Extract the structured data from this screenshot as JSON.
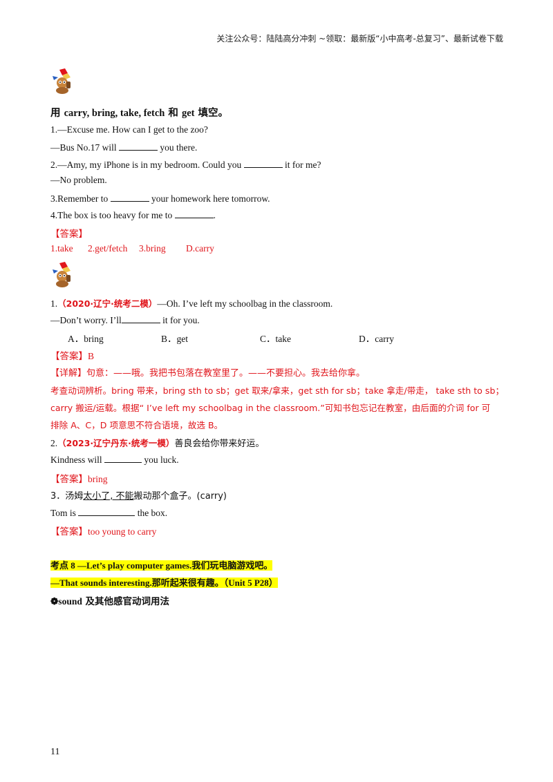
{
  "header": "关注公众号：陆陆高分冲刺  ~领取：最新版“小中高考-总复习”、最新试卷下载",
  "exercise1": {
    "heading_cn1": "用 ",
    "heading_en": "carry, bring, take, fetch",
    "heading_cn2": " 和 ",
    "heading_en2": " get",
    "heading_cn3": " 填空。",
    "q1a": "1.—Excuse me. How can I get to the zoo?",
    "q1b_pre": "—Bus No.17 will",
    "q1b_post": "you there.",
    "q2a_pre": "2.—Amy, my iPhone is in my bedroom. Could you",
    "q2a_post": "it for me?",
    "q2b": "—No problem.",
    "q3_pre": "3.Remember to",
    "q3_post": "your homework here tomorrow.",
    "q4_pre": "4.The box is too heavy for me to",
    "q4_post": ".",
    "answer_label": "【答案】",
    "answers": [
      "1.take",
      "2.get/fetch",
      "3.bring",
      "D.carry"
    ]
  },
  "exercise2": {
    "q1_num": "1.",
    "q1_src": "（2020·辽宁·统考二模）",
    "q1_text": "—Oh. I’ve left my schoolbag in the classroom.",
    "q1b_pre": "—Don’t worry. I’ll",
    "q1b_post": "it for you.",
    "options": [
      "A．bring",
      "B．get",
      "C．take",
      "D．carry"
    ],
    "q1_answer_label": "【答案】",
    "q1_answer": "B",
    "detail_label": "【详解】",
    "detail_1": "句意：——哦。我把书包落在教室里了。——不要担心。我去给你拿。",
    "detail_2": "考查动词辨析。bring 带来，bring sth to sb；get 取来/拿来，get sth for sb；take 拿走/带走，  take sth to sb；",
    "detail_3": "carry 搬运/运载。根据“  I’ve left my schoolbag in the classroom.”可知书包忘记在教室，由后面的介词 for 可",
    "detail_4": "排除 A、C，D 项意思不符合语境，故选 B。",
    "q2_num": "2.",
    "q2_src": "（2023·辽宁丹东·统考一模）",
    "q2_cn": "善良会给你带来好运。",
    "q2_pre": "Kindness will",
    "q2_post": "you luck.",
    "q2_answer_label": "【答案】",
    "q2_answer": "bring",
    "q3_num": "3．汤姆",
    "q3_underlined": "太小了, 不能",
    "q3_rest": "搬动那个盒子。(carry)",
    "q3_pre": "Tom is",
    "q3_post": "the box.",
    "q3_answer_label": "【答案】",
    "q3_answer": "too young to carry"
  },
  "kaodian": {
    "line1": "考点 8 —Let’s  play  computer  games.我们玩电脑游戏吧。",
    "line2": "—That  sounds  interesting.那听起来很有趣。（Unit  5  P28）",
    "line3_prefix": "❁sound",
    "line3_rest": " 及其他感官动词用法"
  },
  "page_number": "11"
}
